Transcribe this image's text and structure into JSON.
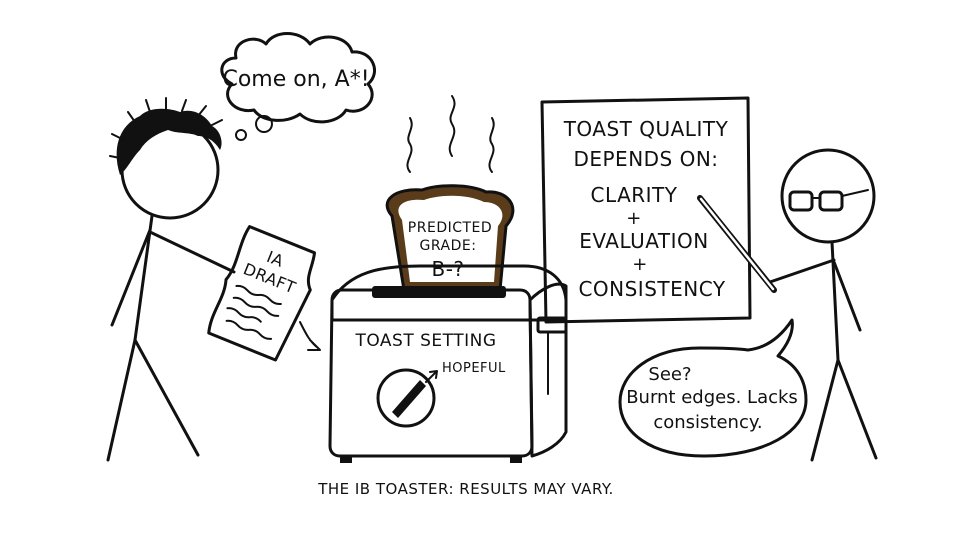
{
  "thought_bubble": {
    "text": "Come on, A*!"
  },
  "draft_paper": {
    "line1": "IA",
    "line2": "DRAFT"
  },
  "toast": {
    "line1": "PREDICTED",
    "line2": "GRADE:",
    "line3": "B-?"
  },
  "toaster": {
    "setting_label": "TOAST SETTING",
    "dial_value": "HOPEFUL"
  },
  "poster": {
    "title_line1": "TOAST QUALITY",
    "title_line2": "DEPENDS ON:",
    "items": [
      "CLARITY",
      "+",
      "EVALUATION",
      "+",
      "CONSISTENCY"
    ]
  },
  "speech_bubble": {
    "line1": "See?",
    "line2": "Burnt edges. Lacks",
    "line3": "consistency."
  },
  "caption": "THE IB TOASTER: RESULTS MAY VARY."
}
